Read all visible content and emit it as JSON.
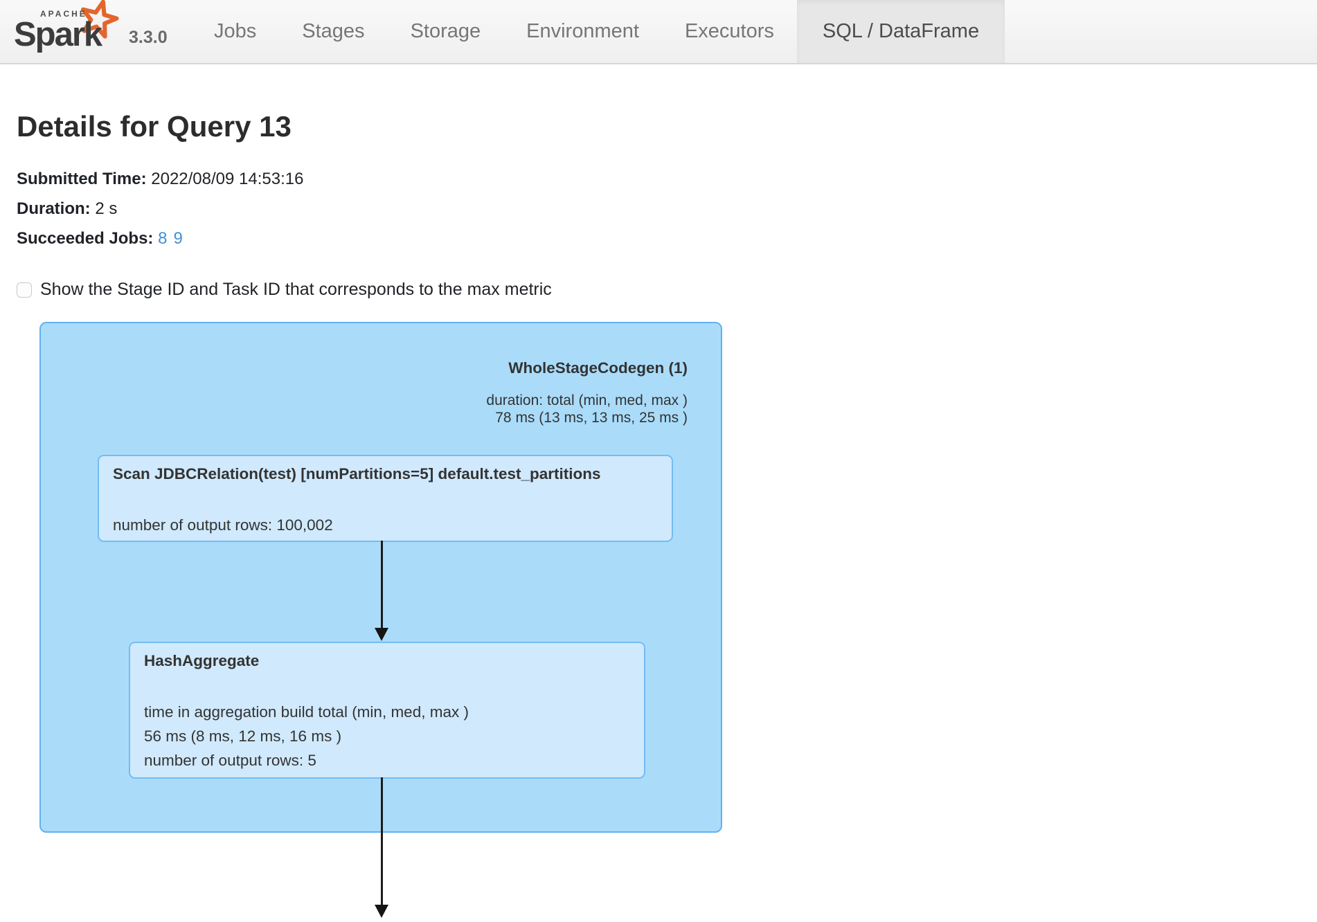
{
  "navbar": {
    "logo": {
      "apache": "APACHE",
      "name": "Spark",
      "version": "3.3.0"
    },
    "tabs": [
      {
        "label": "Jobs"
      },
      {
        "label": "Stages"
      },
      {
        "label": "Storage"
      },
      {
        "label": "Environment"
      },
      {
        "label": "Executors"
      },
      {
        "label": "SQL / DataFrame",
        "active": true
      }
    ]
  },
  "page": {
    "title": "Details for Query 13",
    "submitted_time": {
      "label": "Submitted Time:",
      "value": "2022/08/09 14:53:16"
    },
    "duration": {
      "label": "Duration:",
      "value": "2 s"
    },
    "succeeded_jobs": {
      "label": "Succeeded Jobs:",
      "links": [
        "8",
        "9"
      ]
    },
    "max_metric_checkbox": {
      "label": "Show the Stage ID and Task ID that corresponds to the max metric",
      "checked": false
    }
  },
  "plan": {
    "cluster": {
      "title": "WholeStageCodegen (1)",
      "metric_line_1": "duration: total (min, med, max )",
      "metric_line_2": "78 ms (13 ms, 13 ms, 25 ms )"
    },
    "nodes": [
      {
        "title": "Scan JDBCRelation(test) [numPartitions=5] default.test_partitions",
        "metric_line_1": "number of output rows: 100,002"
      },
      {
        "title": "HashAggregate",
        "metric_line_1": "time in aggregation build total (min, med, max )",
        "metric_line_2": "56 ms (8 ms, 12 ms, 16 ms )",
        "metric_line_3": "number of output rows: 5"
      }
    ],
    "colors": {
      "cluster_fill": "#aadcfa",
      "cluster_border": "#5fb2f2",
      "node_fill": "#d0e9fc",
      "node_border": "#74bcf2",
      "link_blue": "#4090d8",
      "logo_orange": "#e2662c"
    }
  }
}
